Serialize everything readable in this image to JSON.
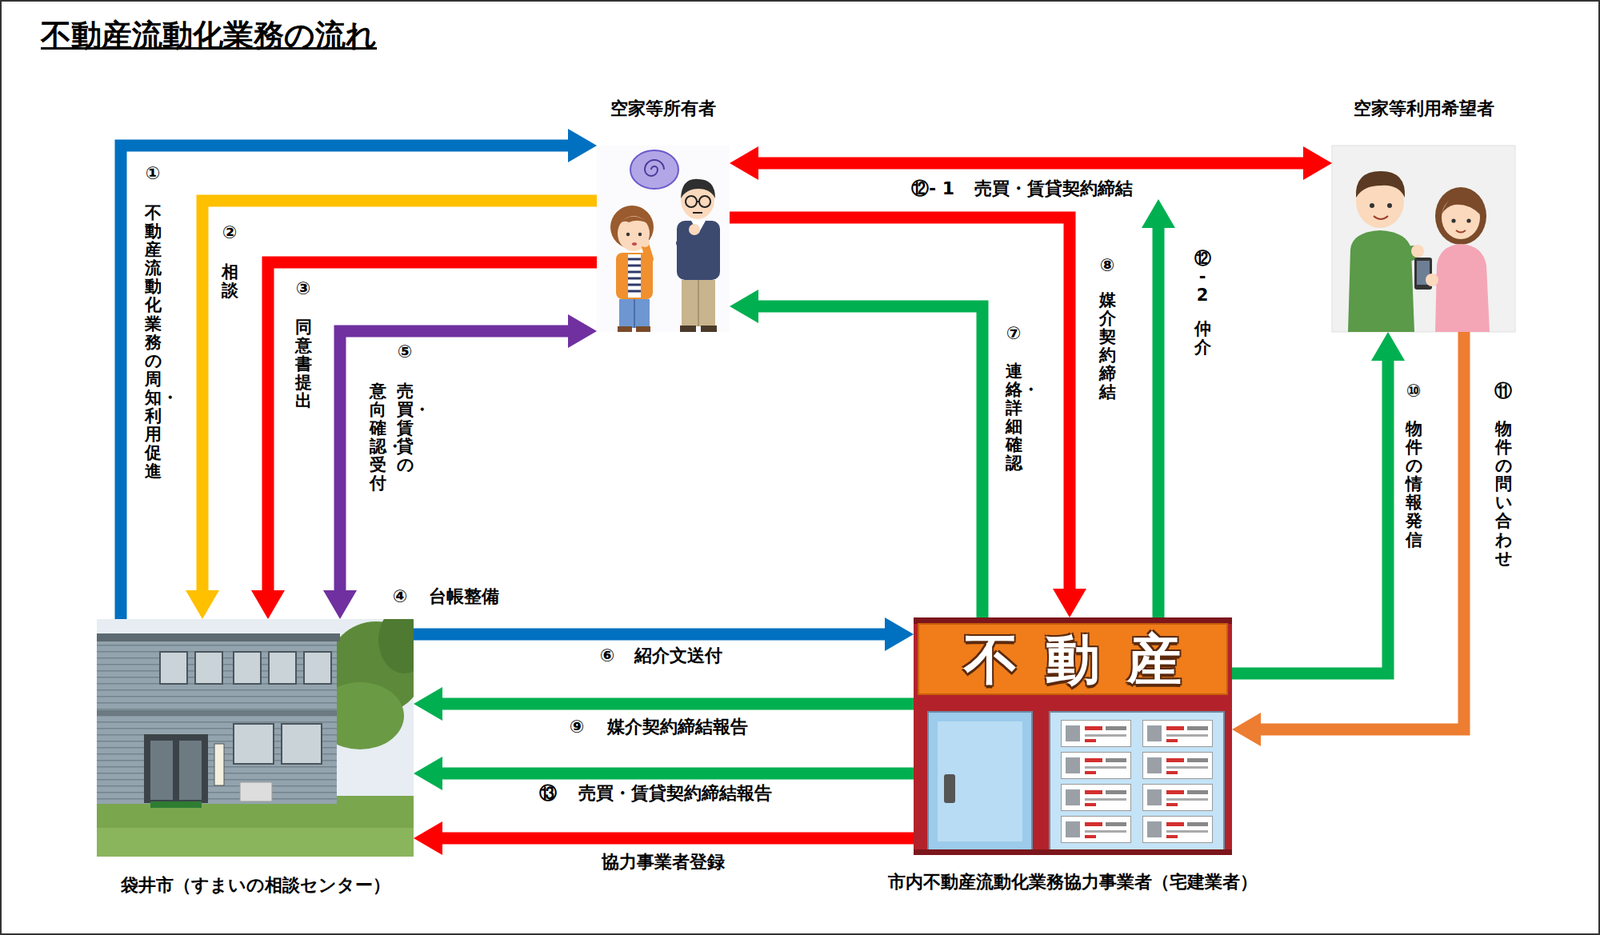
{
  "diagram": {
    "title": "不動産流動化業務の流れ",
    "nodes": [
      {
        "text": [
          "空家等所有者"
        ]
      },
      {
        "text": [
          "空家等利用希望者"
        ]
      },
      {
        "text": [
          "袋井市（すまいの相談センター）"
        ]
      },
      {
        "text": [
          "不動産",
          "市内不動産流動化業務協力事業者（宅建業者）"
        ]
      }
    ],
    "edges": [
      {
        "from": 2,
        "to": 0,
        "arrow": "to",
        "label": "不動産流動化業務の周知・利用促進"
      },
      {
        "from": 0,
        "to": 2,
        "arrow": "to",
        "label": "相談"
      },
      {
        "from": 0,
        "to": 2,
        "arrow": "to",
        "label": "同意書提出"
      },
      {
        "from": 2,
        "to": 0,
        "arrow": "both",
        "label": "売買・賃貸の 意向確認・受付"
      },
      {
        "from": 2,
        "to": 3,
        "arrow": "to",
        "label": "紹介文送付"
      },
      {
        "from": 3,
        "to": 0,
        "arrow": "to",
        "label": "連絡・詳細確認"
      },
      {
        "from": 0,
        "to": 3,
        "arrow": "to",
        "label": "媒介契約締結"
      },
      {
        "from": 3,
        "to": 2,
        "arrow": "to",
        "label": "媒介契約締結報告"
      },
      {
        "from": 3,
        "to": 1,
        "arrow": "to",
        "label": "物件の情報発信"
      },
      {
        "from": 1,
        "to": 3,
        "arrow": "to",
        "label": "物件の問い合わせ"
      },
      {
        "from": 0,
        "to": 1,
        "arrow": "both",
        "label": "売買・賃貸契約締結"
      },
      {
        "from": 3,
        "to": 2,
        "arrow": "to",
        "label": "売買・賃貸契約締結報告"
      },
      {
        "from": 3,
        "to": 2,
        "arrow": "to",
        "label": "協力事業者登録"
      }
    ],
    "labels": [
      "①",
      "②",
      "③",
      "④",
      "台帳整備",
      "⑤",
      "⑥",
      "⑦",
      "⑧",
      "⑨",
      "⑩",
      "⑪",
      "⑫- 1",
      "⑫-2",
      "仲介",
      "⑬"
    ]
  }
}
